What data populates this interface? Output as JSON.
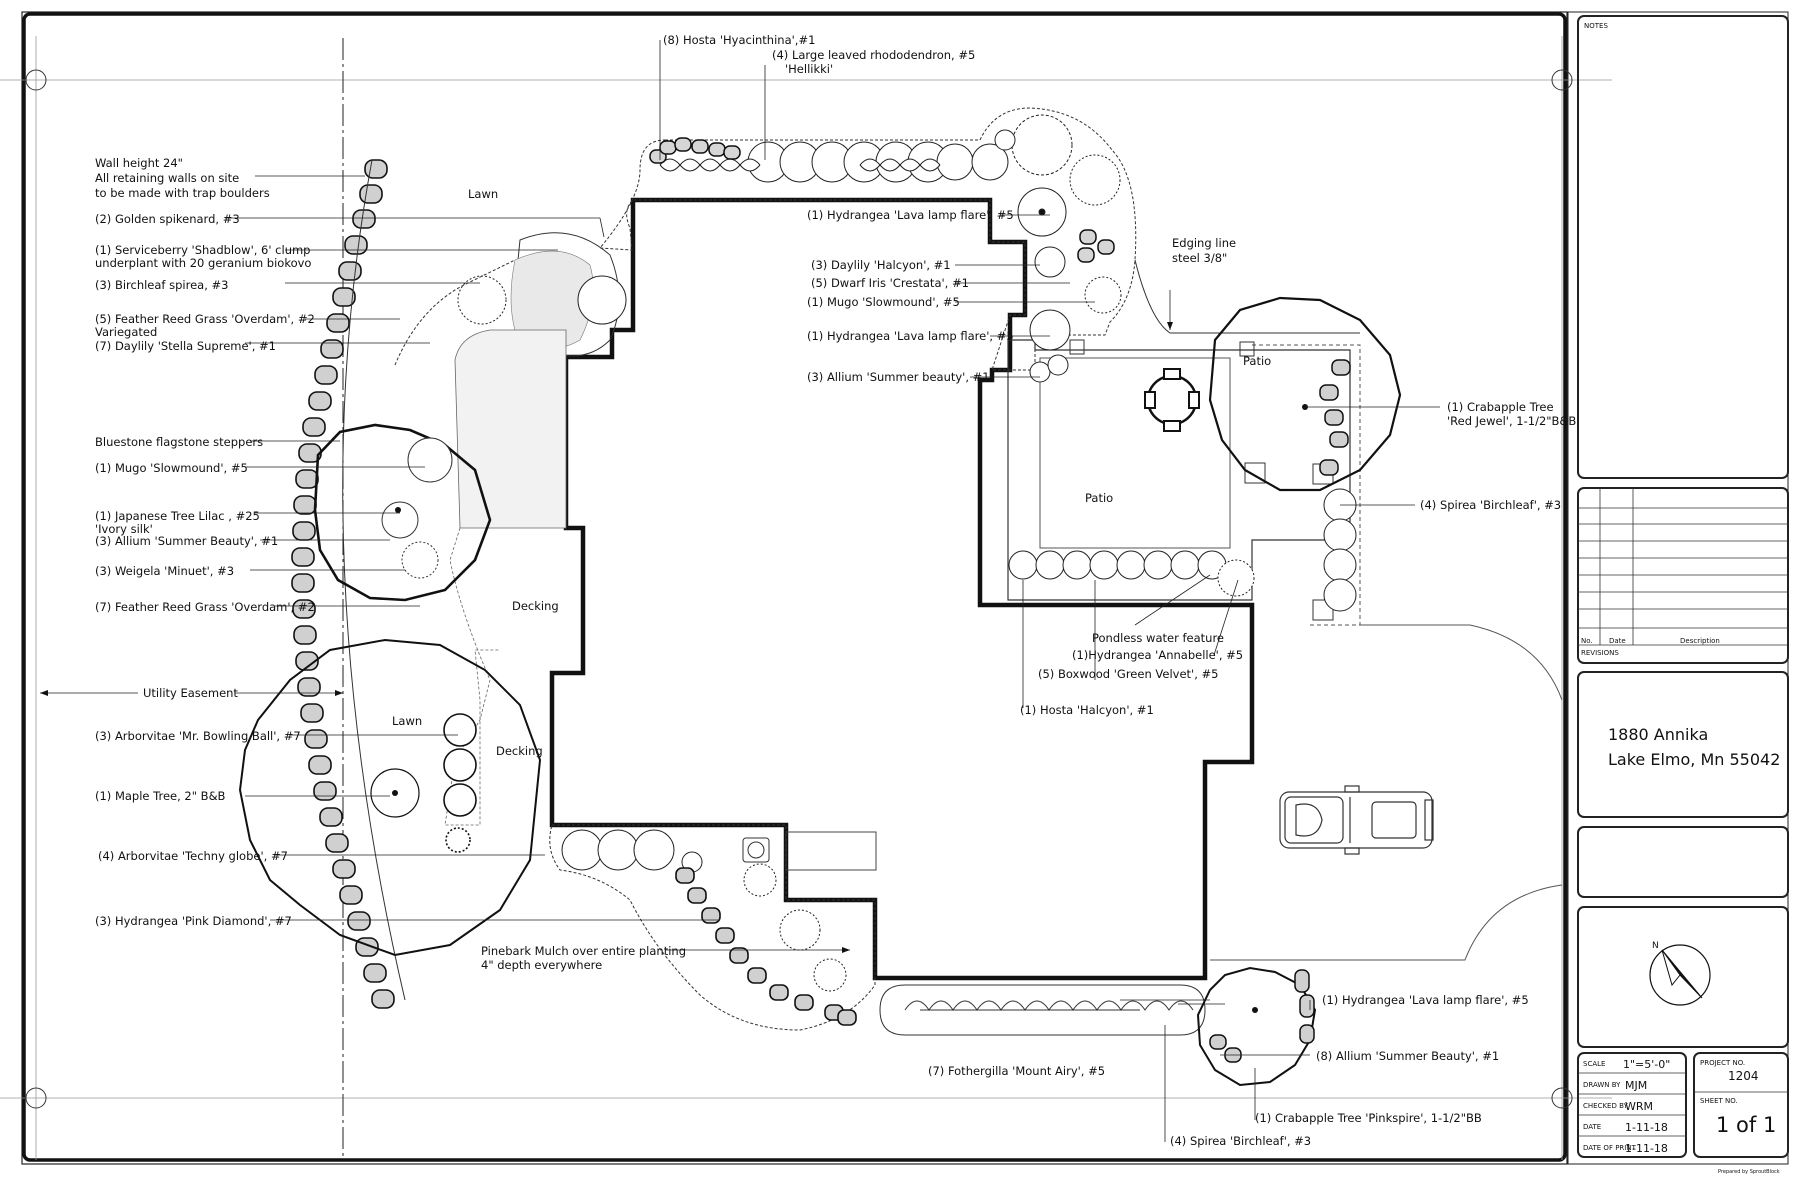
{
  "plan_labels": {
    "lawn_north": "Lawn",
    "lawn_west": "Lawn",
    "decking_main": "Decking",
    "decking_small": "Decking",
    "patio_main": "Patio",
    "patio_east": "Patio",
    "notes": "NOTES"
  },
  "callouts_left": [
    "Wall height 24\"",
    "All retaining walls on site",
    "to be made with trap boulders",
    "(2) Golden spikenard, #3",
    "(1) Serviceberry 'Shadblow', 6' clump",
    "underplant with 20 geranium biokovo",
    "(3) Birchleaf spirea, #3",
    "(5) Feather Reed Grass 'Overdam', #2",
    "Variegated",
    "(7) Daylily 'Stella Supreme', #1",
    "Bluestone flagstone steppers",
    "(1) Mugo 'Slowmound', #5",
    "(1) Japanese Tree Lilac , #25",
    "'Ivory silk'",
    "(3) Allium 'Summer Beauty', #1",
    "(3) Weigela 'Minuet', #3",
    "(7) Feather Reed Grass 'Overdam', #2",
    "Utility Easement",
    "(3) Arborvitae 'Mr. Bowling Ball', #7",
    "(1) Maple Tree, 2\" B&B",
    "(4) Arborvitae 'Techny globe', #7",
    "(3) Hydrangea 'Pink Diamond', #7",
    "Pinebark Mulch over entire planting",
    "4\" depth everywhere"
  ],
  "callouts_top": [
    "(8) Hosta 'Hyacinthina',#1",
    "(4) Large leaved rhododendron, #5",
    "'Hellikki'"
  ],
  "callouts_center": [
    "(1) Hydrangea 'Lava lamp flare', #5",
    "(3) Daylily 'Halcyon', #1",
    "(5) Dwarf Iris 'Crestata', #1",
    "(1) Mugo 'Slowmound', #5",
    "(1) Hydrangea 'Lava lamp flare', #5",
    "(3) Allium 'Summer beauty', #1",
    "Edging line",
    "steel 3/8\""
  ],
  "callouts_right": [
    "(1) Crabapple Tree",
    "'Red Jewel', 1-1/2\"B&B",
    "(4) Spirea 'Birchleaf', #3",
    "Pondless water feature",
    "(1)Hydrangea 'Annabelle', #5",
    "(5) Boxwood 'Green Velvet', #5",
    "(1) Hosta 'Halcyon', #1"
  ],
  "callouts_bottom": [
    "(1) Hydrangea 'Lava lamp flare', #5",
    "(8) Allium 'Summer Beauty', #1",
    "(7) Fothergilla 'Mount Airy', #5",
    "(1) Crabapple Tree 'Pinkspire', 1-1/2\"BB",
    "(4) Spirea 'Birchleaf', #3"
  ],
  "title_block": {
    "revisions_headers": [
      "No.",
      "Date",
      "Description"
    ],
    "revisions_label": "REVISIONS",
    "address_line1": "1880 Annika",
    "address_line2": "Lake Elmo, Mn 55042",
    "north_label": "N",
    "scale_label": "SCALE",
    "scale_value": "1\"=5'-0\"",
    "drawn_label": "DRAWN BY",
    "drawn_value": "MJM",
    "checked_label": "CHECKED BY",
    "checked_value": "WRM",
    "date_label": "DATE",
    "date_value": "1-11-18",
    "print_label": "DATE OF PRINT",
    "print_value": "1-11-18",
    "project_label": "PROJECT NO.",
    "project_value": "1204",
    "sheet_label": "SHEET NO.",
    "sheet_value": "1 of 1"
  },
  "footer_credit": "Prepared by SproutBlock"
}
